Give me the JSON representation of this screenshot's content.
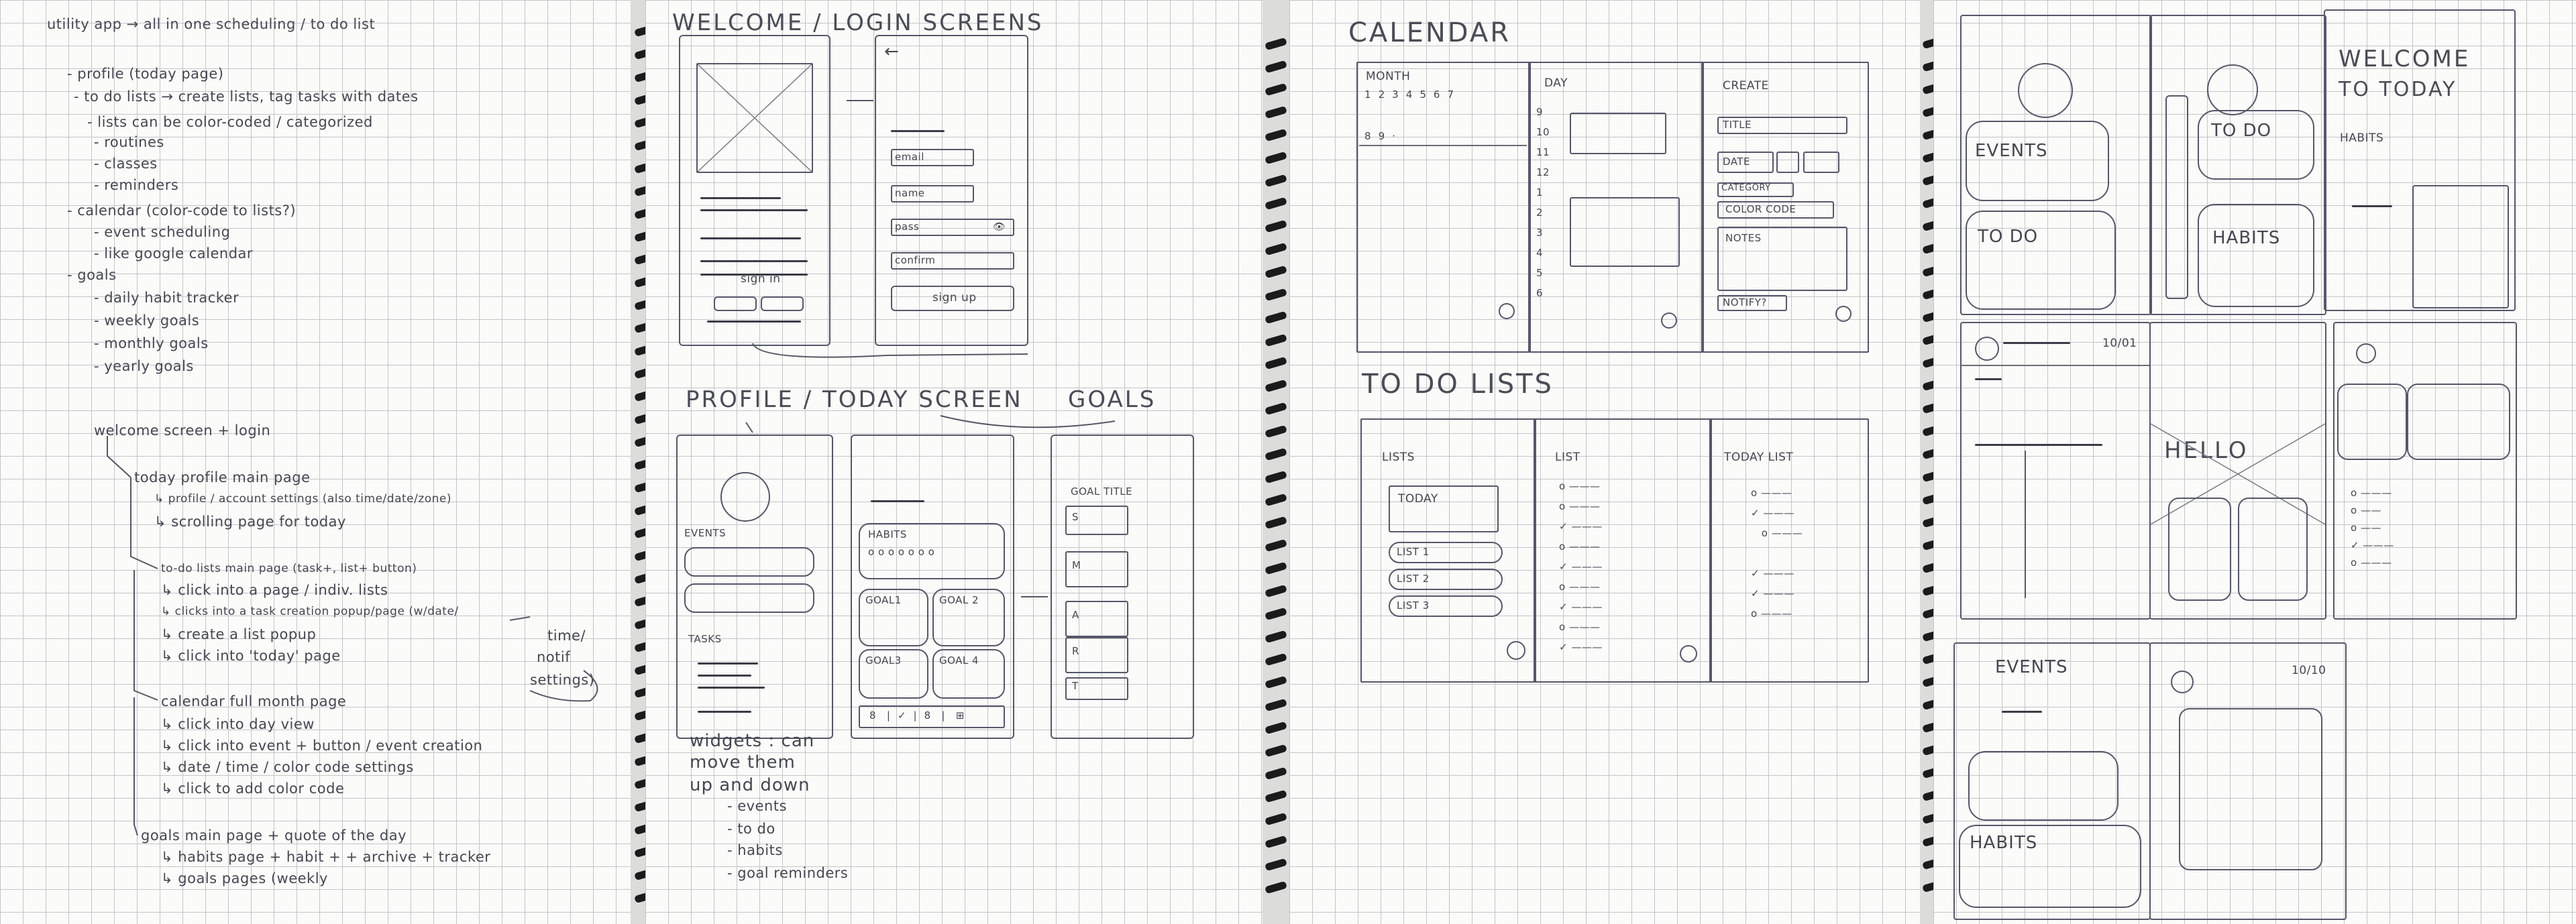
{
  "page1": {
    "lines": [
      "utility app → all in one scheduling / to do list",
      "- profile (today page)",
      "- to do lists → create lists, tag tasks with dates",
      "- lists can be color-coded / categorized",
      "- routines",
      "- classes",
      "- reminders",
      "- calendar (color-code to lists?)",
      "- event scheduling",
      "- like google calendar",
      "- goals",
      "- daily habit tracker",
      "- weekly goals",
      "- monthly goals",
      "- yearly goals"
    ],
    "flow_lines": [
      "welcome screen + login",
      "today profile main page",
      "↳ profile / account settings (also time/date/zone)",
      "↳ scrolling page for today",
      "to-do lists main page (task+, list+ button)",
      "↳ click into a page / indiv. lists",
      "↳ clicks into a task creation popup/page (w/date/",
      "↳ create a list popup",
      "↳ click into 'today' page",
      "time/",
      "notif",
      "settings)",
      "calendar full month page",
      "↳ click into day view",
      "↳ click into event + button / event creation",
      "↳ date / time / color code settings",
      "↳ click to add color code",
      "goals main page + quote of the day",
      "↳ habits page + habit + + archive + tracker",
      "↳ goals pages (weekly"
    ]
  },
  "page2": {
    "title_welcome": "WELCOME / LOGIN SCREENS",
    "login": {
      "email": "email",
      "name": "name",
      "pass": "pass",
      "confirm": "confirm",
      "sign_up": "sign up",
      "sign_in": "sign in"
    },
    "title_profile": "PROFILE / TODAY SCREEN",
    "title_goals": "GOALS",
    "profile": {
      "events": "EVENTS",
      "tasks": "TASKS"
    },
    "widgets": {
      "habits": "HABITS",
      "goal1": "GOAL1",
      "goal2": "GOAL 2",
      "goal3": "GOAL3",
      "goal4": "GOAL 4"
    },
    "goals_panel": {
      "goal_title": "GOAL TITLE",
      "rows": [
        "S",
        "M",
        "A",
        "R",
        "T"
      ]
    },
    "widgets_note": [
      "widgets : can",
      "move them",
      "up and down",
      "- events",
      "- to do",
      "- habits",
      "- goal reminders"
    ]
  },
  "page3": {
    "title_calendar": "CALENDAR",
    "month": "MONTH",
    "day": "DAY",
    "create": "CREATE",
    "create_fields": {
      "title": "TITLE",
      "date": "DATE",
      "category": "CATEGORY",
      "color_code": "COLOR CODE",
      "notes": "NOTES",
      "notify": "NOTIFY?"
    },
    "title_todo": "TO DO LISTS",
    "lists_header": "LISTS",
    "today_btn": "TODAY",
    "list_items": [
      "LIST 1",
      "LIST 2",
      "LIST 3"
    ],
    "list_header": "LIST",
    "today_list_header": "TODAY LIST"
  },
  "page4": {
    "welcome": "WELCOME",
    "to_today": "TO TODAY",
    "habits_small": "HABITS",
    "events": "EVENTS",
    "to_do": "TO DO",
    "todo2": "TO DO",
    "habits": "HABITS",
    "date1": "10/01",
    "hello": "HELLO",
    "events2": "EVENTS",
    "date2": "10/10",
    "habits2": "HABITS"
  }
}
